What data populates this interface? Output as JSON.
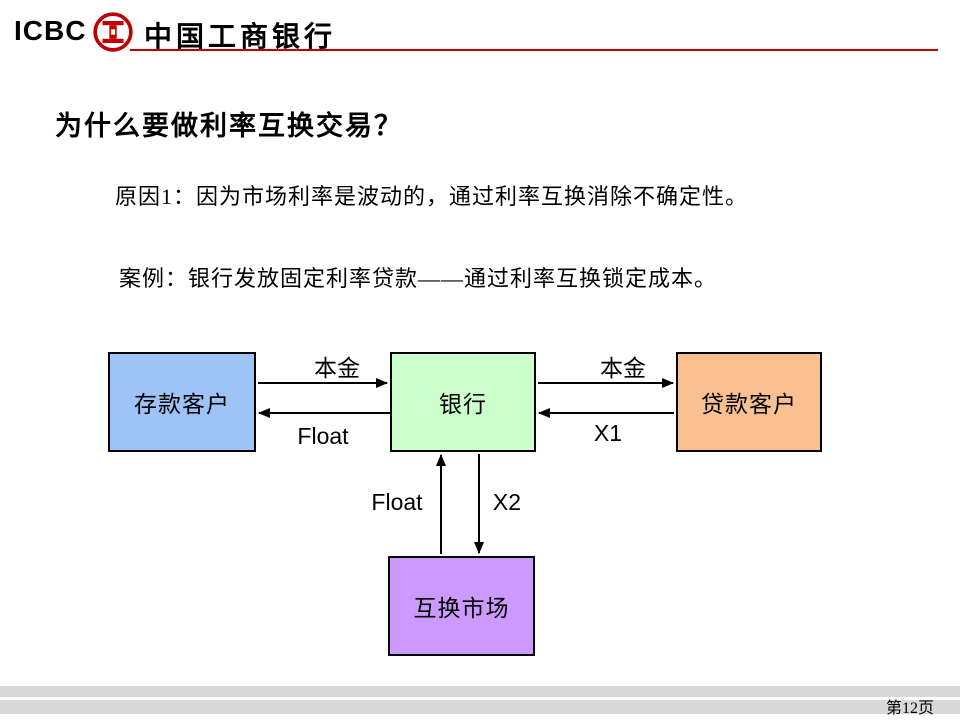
{
  "header": {
    "logo_text": "ICBC",
    "logo_icon": "icbc-seal",
    "bank_name": "中国工商银行"
  },
  "slide": {
    "title": "为什么要做利率互换交易？",
    "reason_line": "原因1：因为市场利率是波动的，通过利率互换消除不确定性。",
    "case_line": "案例：银行发放固定利率贷款——通过利率互换锁定成本。"
  },
  "diagram": {
    "nodes": {
      "deposit": {
        "label": "存款客户",
        "color": "#9DC3F7"
      },
      "bank": {
        "label": "银行",
        "color": "#CCFFCC"
      },
      "loan": {
        "label": "贷款客户",
        "color": "#FAC090"
      },
      "swap": {
        "label": "互换市场",
        "color": "#CC99FF"
      }
    },
    "edge_labels": {
      "deposit_to_bank": "本金",
      "bank_to_deposit": "Float",
      "bank_to_loan": "本金",
      "loan_to_bank": "X1",
      "swap_to_bank": "Float",
      "bank_to_swap": "X2"
    }
  },
  "footer": {
    "page_label": "第12页"
  },
  "colors": {
    "accent_red": "#C00000",
    "footer_gray": "#D9D9D9"
  }
}
